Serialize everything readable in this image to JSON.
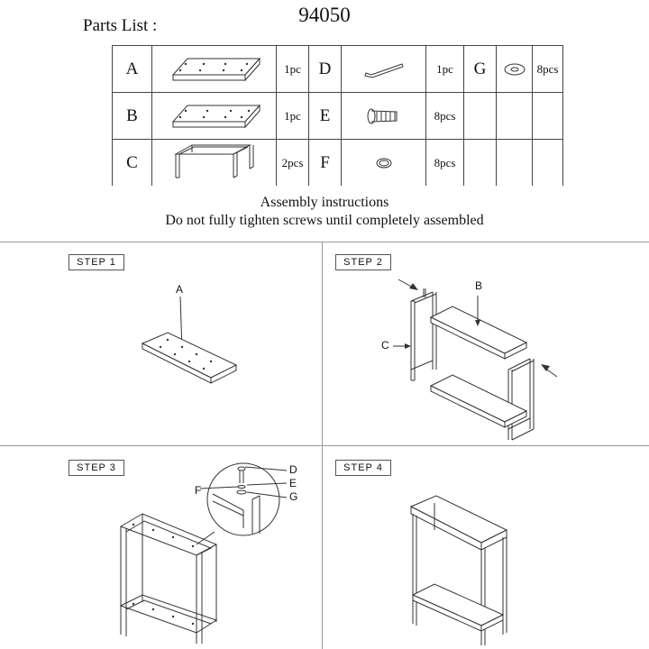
{
  "header": {
    "parts_title": "Parts List :",
    "model": "94050"
  },
  "parts": [
    {
      "letter": "A",
      "qty": "1pc",
      "icon": "top-panel"
    },
    {
      "letter": "D",
      "qty": "1pc",
      "icon": "allen-key"
    },
    {
      "letter": "G",
      "qty": "8pcs",
      "icon": "flat-washer"
    },
    {
      "letter": "B",
      "qty": "1pc",
      "icon": "bottom-panel"
    },
    {
      "letter": "E",
      "qty": "8pcs",
      "icon": "screw"
    },
    {
      "letter": "C",
      "qty": "2pcs",
      "icon": "side-frame"
    },
    {
      "letter": "F",
      "qty": "8pcs",
      "icon": "spring-washer"
    }
  ],
  "instructions": {
    "title": "Assembly instructions",
    "warning": "Do not fully tighten screws until completely assembled"
  },
  "steps": [
    {
      "label": "STEP 1",
      "callouts": [
        "A"
      ]
    },
    {
      "label": "STEP 2",
      "callouts": [
        "B",
        "C"
      ]
    },
    {
      "label": "STEP 3",
      "callouts": [
        "D",
        "E",
        "F",
        "G"
      ]
    },
    {
      "label": "STEP 4",
      "callouts": []
    }
  ]
}
